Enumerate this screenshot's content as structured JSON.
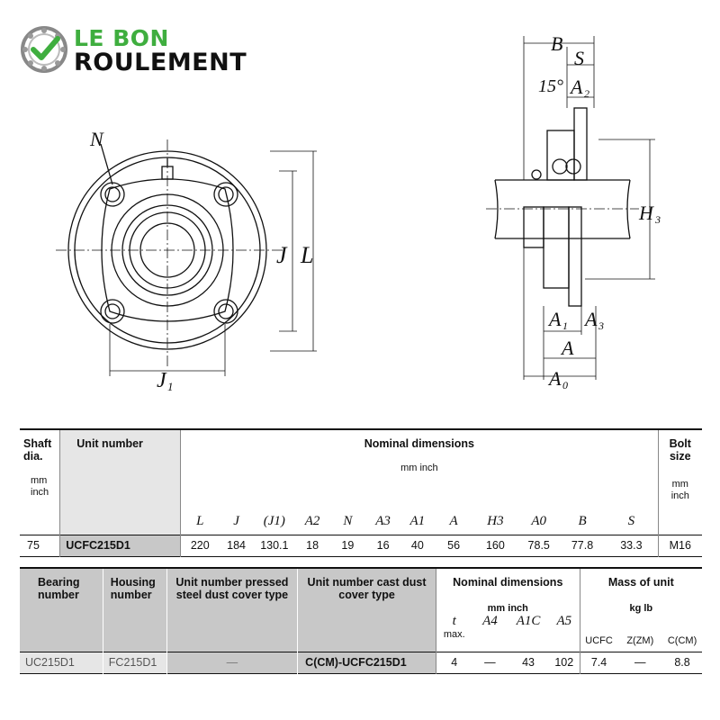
{
  "brand": {
    "line1": "LE BON",
    "line2": "ROULEMENT",
    "colors": {
      "green": "#3fae3f",
      "dark": "#111111"
    }
  },
  "drawing": {
    "front_labels": {
      "n": "N",
      "j": "J",
      "l": "L",
      "j1": "J",
      "j1_sub": "1"
    },
    "side_labels": {
      "b": "B",
      "s": "S",
      "angle": "15°",
      "a2": "A",
      "a2_sub": "2",
      "h3": "H",
      "h3_sub": "3",
      "a1": "A",
      "a1_sub": "1",
      "a3": "A",
      "a3_sub": "3",
      "a": "A",
      "a0": "A",
      "a0_sub": "0"
    }
  },
  "table1": {
    "shaft_dia": "Shaft dia.",
    "shaft_units": "mm inch",
    "unit_number": "Unit number",
    "nominal": "Nominal dimensions",
    "nominal_units": "mm  inch",
    "bolt_size": "Bolt size",
    "bolt_units": "mm inch",
    "columns": [
      "L",
      "J",
      "(J1)",
      "A2",
      "N",
      "A3",
      "A1",
      "A",
      "H3",
      "A0",
      "B",
      "S"
    ],
    "row": {
      "shaft": "75",
      "unit": "UCFC215D1",
      "values": [
        "220",
        "184",
        "130.1",
        "18",
        "19",
        "16",
        "40",
        "56",
        "160",
        "78.5",
        "77.8",
        "33.3"
      ],
      "bolt": "M16"
    }
  },
  "table2": {
    "bearing_number": "Bearing number",
    "housing_number": "Housing number",
    "pressed_type": "Unit number pressed steel dust cover type",
    "cast_type": "Unit number cast dust cover type",
    "nominal": "Nominal dimensions",
    "nominal_units": "mm  inch",
    "mass": "Mass of unit",
    "mass_units": "kg  lb",
    "dim_columns": [
      "t",
      "A4",
      "A1C",
      "A5"
    ],
    "t_note": "max.",
    "mass_columns": [
      "UCFC",
      "Z(ZM)",
      "C(CM)"
    ],
    "row": {
      "bearing": "UC215D1",
      "housing": "FC215D1",
      "pressed": "—",
      "cast": "C(CM)-UCFC215D1",
      "dims": [
        "4",
        "—",
        "43",
        "102"
      ],
      "mass": [
        "7.4",
        "—",
        "8.8"
      ]
    }
  }
}
